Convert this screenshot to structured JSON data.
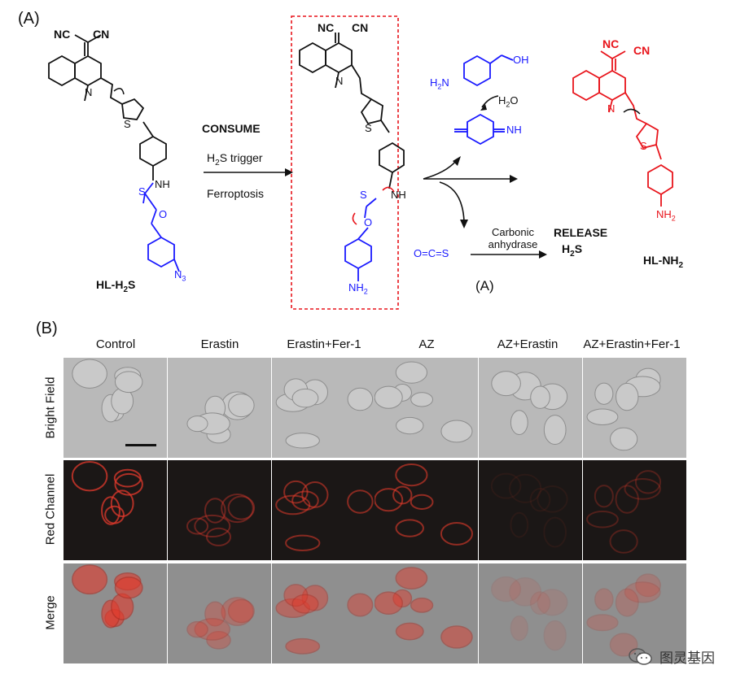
{
  "panel_a": {
    "label": "(A)",
    "sub_label": "(A)",
    "probe_name": "HL-H",
    "probe_name_sub": "2",
    "probe_name_tail": "S",
    "azide_n": "N",
    "azide_sub": "3",
    "arrow_top": "CONSUME",
    "arrow_mid_a": "H",
    "arrow_mid_sub": "2",
    "arrow_mid_b": "S trigger",
    "arrow_bottom": "Ferroptosis",
    "dicyano_left": "NC",
    "dicyano_right": "CN",
    "n_methyl": "N",
    "n_methyl_sub": "\\",
    "thiophene_s": "S",
    "thiocarbamate_s": "S",
    "nh": "NH",
    "o_atom": "O",
    "amine_nh": "NH",
    "amine_sub": "2",
    "h2n_a": "H",
    "h2n_sub": "2",
    "h2n_b": "N",
    "oh": "OH",
    "water_a": "H",
    "water_sub": "2",
    "water_b": "O",
    "nh_imine": "NH",
    "ocs": "O=C=S",
    "carbonic_1": "Carbonic",
    "carbonic_2": "anhydrase",
    "release": "RELEASE",
    "release_h2s_a": "H",
    "release_h2s_sub": "2",
    "release_h2s_b": "S",
    "product_name": "HL-NH",
    "product_sub": "2",
    "colors": {
      "black": "#111111",
      "blue": "#1a1aff",
      "red": "#e8141b",
      "box": "#e8141b"
    }
  },
  "panel_b": {
    "label": "(B)",
    "columns": [
      "Control",
      "Erastin",
      "Erastin+Fer-1",
      "AZ",
      "AZ+Erastin",
      "AZ+Erastin+Fer-1"
    ],
    "rows": [
      "Bright Field",
      "Red Channel",
      "Merge"
    ],
    "red_intensity": [
      0.75,
      0.4,
      0.55,
      0.6,
      0.08,
      0.28
    ],
    "colors": {
      "bright": "#b9b9b9",
      "dark": "#1b1716",
      "signal": "#e23a2c"
    }
  },
  "watermark": {
    "text": "图灵基因"
  }
}
